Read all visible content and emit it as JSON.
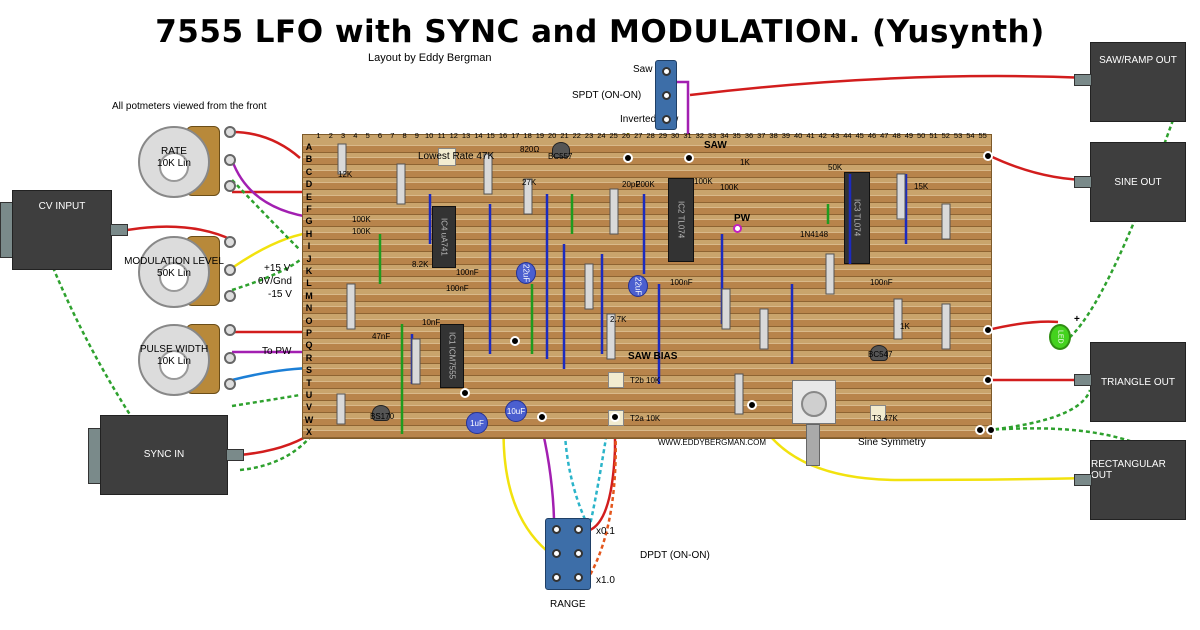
{
  "title": "7555 LFO with SYNC and MODULATION. (Yusynth)",
  "subtitle": "Layout by Eddy Bergman",
  "note_pots": "All potmeters viewed from the front",
  "pots": [
    {
      "id": "rate",
      "name": "RATE",
      "value": "10K Lin"
    },
    {
      "id": "mod",
      "name": "MODULATION LEVEL",
      "value": "50K Lin"
    },
    {
      "id": "pw",
      "name": "PULSE WIDTH",
      "value": "10K Lin"
    }
  ],
  "jacks_left": [
    {
      "id": "cv",
      "label": "CV INPUT"
    },
    {
      "id": "sync",
      "label": "SYNC IN"
    }
  ],
  "jacks_right": [
    {
      "id": "saw",
      "label": "SAW/RAMP OUT"
    },
    {
      "id": "sine",
      "label": "SINE OUT"
    },
    {
      "id": "tri",
      "label": "TRIANGLE OUT"
    },
    {
      "id": "rect",
      "label": "RECTANGULAR OUT"
    }
  ],
  "power_labels": [
    "+15 V",
    "0V/Gnd",
    "-15 V"
  ],
  "to_pw": "To PW",
  "switch_top": {
    "top": "Saw",
    "middle": "SPDT (ON-ON)",
    "bottom": "Inverted Saw"
  },
  "switch_range": {
    "label": "RANGE",
    "type": "DPDT (ON-ON)",
    "x01": "x0.1",
    "x10": "x1.0"
  },
  "led_label": "LED",
  "led_plus": "+",
  "columns": [
    "1",
    "2",
    "3",
    "4",
    "5",
    "6",
    "7",
    "8",
    "9",
    "10",
    "11",
    "12",
    "13",
    "14",
    "15",
    "16",
    "17",
    "18",
    "19",
    "20",
    "21",
    "22",
    "23",
    "24",
    "25",
    "26",
    "27",
    "28",
    "29",
    "30",
    "31",
    "32",
    "33",
    "34",
    "35",
    "36",
    "37",
    "38",
    "39",
    "40",
    "41",
    "42",
    "43",
    "44",
    "45",
    "46",
    "47",
    "48",
    "49",
    "50",
    "51",
    "52",
    "53",
    "54",
    "55"
  ],
  "rows": [
    "A",
    "B",
    "C",
    "D",
    "E",
    "F",
    "G",
    "H",
    "I",
    "J",
    "K",
    "L",
    "M",
    "N",
    "O",
    "P",
    "Q",
    "R",
    "S",
    "T",
    "U",
    "V",
    "W",
    "X"
  ],
  "board_labels": {
    "lowest_rate": "Lowest Rate",
    "r47k": "47K",
    "r820": "820Ω",
    "bc557": "BC557",
    "saw": "SAW",
    "pw": "PW",
    "saw_bias": "SAW BIAS",
    "website": "WWW.EDDYBERGMAN.COM",
    "sine_symmetry": "Sine Symmetry",
    "bc547": "BC547",
    "bs170": "BS170",
    "t2b": "T2b",
    "t2a": "T2a",
    "t3": "T3",
    "k10a": "10K",
    "k10b": "10K",
    "k47t3": "47K",
    "ic1": "IC1 ICM7555",
    "ic2": "IC2 TL074",
    "ic3": "IC3 TL074",
    "ic4": "IC4 uA741",
    "c22a": "22uF",
    "c22b": "22uF",
    "c1u": "1uF",
    "c10u": "10uF",
    "n100a": "100nF",
    "n100b": "100nF",
    "n100c": "100nF",
    "n100d": "100nF",
    "n10": "10nF",
    "n47": "47nF",
    "p20": "20pF",
    "k100a": "100K",
    "k100b": "100K",
    "k100c": "100K",
    "k100d": "100K",
    "k50": "50K",
    "k15": "15K",
    "k1": "1K",
    "k1b": "1K",
    "d1n4148": "1N4148",
    "k12": "12K",
    "k8_2": "8.2K",
    "k27": "27K",
    "k200": "200K",
    "k2_7": "2.7K"
  }
}
